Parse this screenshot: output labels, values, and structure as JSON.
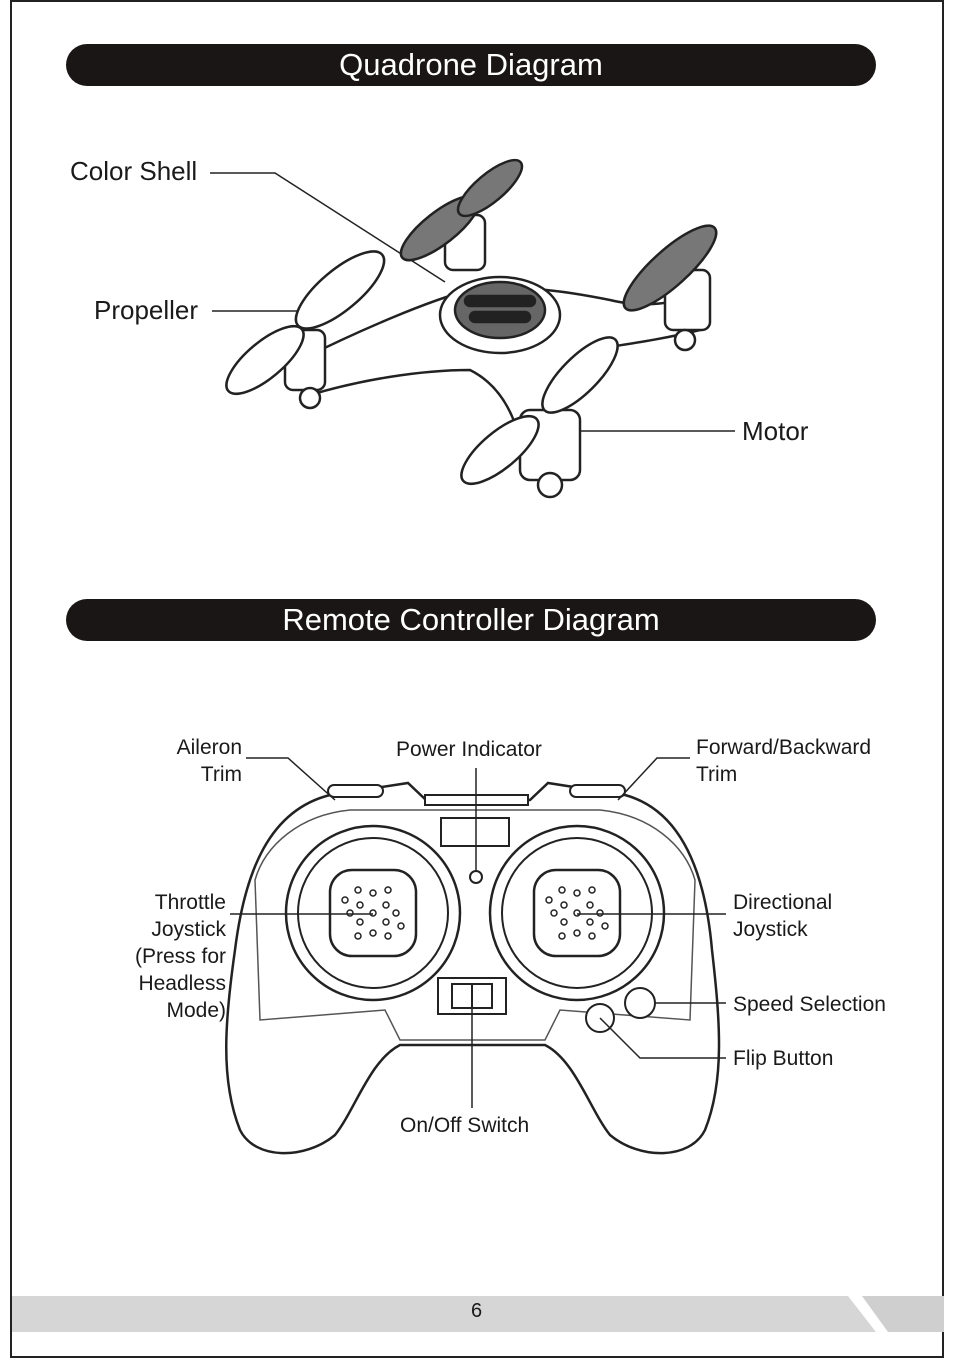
{
  "sections": {
    "quadrone_title": "Quadrone Diagram",
    "remote_title": "Remote Controller Diagram"
  },
  "quadrone_labels": {
    "color_shell": "Color Shell",
    "propeller": "Propeller",
    "motor": "Motor"
  },
  "remote_labels": {
    "aileron_trim_1": "Aileron",
    "aileron_trim_2": "Trim",
    "power_indicator": "Power Indicator",
    "fwd_back_trim_1": "Forward/Backward",
    "fwd_back_trim_2": "Trim",
    "throttle_1": "Throttle",
    "throttle_2": "Joystick",
    "throttle_3": "(Press for",
    "throttle_4": "Headless",
    "throttle_5": "Mode)",
    "directional_1": "Directional",
    "directional_2": "Joystick",
    "speed_selection": "Speed Selection",
    "flip_button": "Flip Button",
    "on_off_switch": "On/Off Switch"
  },
  "page_number": "6"
}
